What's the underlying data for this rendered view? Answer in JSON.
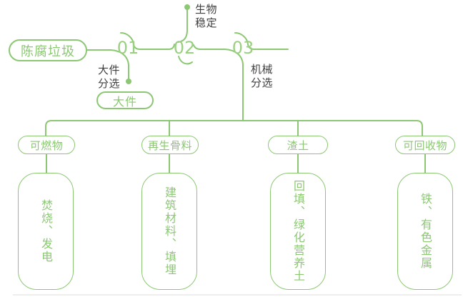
{
  "colors": {
    "green": "#8cc873",
    "green_light": "#9bcf82",
    "dark": "#404040",
    "baseline": "#dcdcdc"
  },
  "source": {
    "label": "陈腐垃圾"
  },
  "steps": [
    {
      "number": "01",
      "label": "大件\n分选"
    },
    {
      "number": "02",
      "label": "生物\n稳定"
    },
    {
      "number": "03",
      "label": "机械\n分选"
    }
  ],
  "bulky": {
    "label": "大件"
  },
  "outputs": [
    {
      "category": "可燃物",
      "uses": "焚烧、发电"
    },
    {
      "category": "再生骨料",
      "uses": "建筑材料、填埋"
    },
    {
      "category": "渣土",
      "uses": "回填、绿化营养土"
    },
    {
      "category": "可回收物",
      "uses": "铁、有色金属"
    }
  ]
}
